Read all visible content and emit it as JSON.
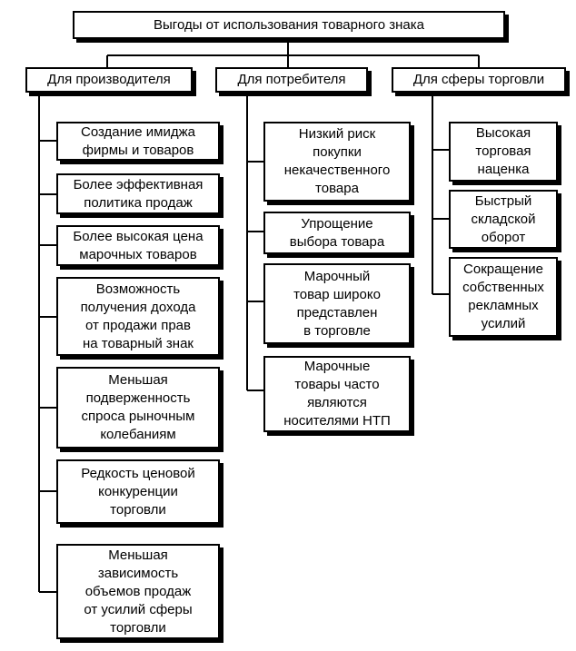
{
  "title": "Выгоды от использования товарного знака",
  "categories": [
    {
      "label": "Для производителя",
      "items": [
        "Создание имиджа\nфирмы и товаров",
        "Более эффективная\nполитика продаж",
        "Более высокая цена\nмарочных товаров",
        "Возможность\nполучения дохода\nот продажи прав\nна товарный знак",
        "Меньшая\nподверженность\nспроса рыночным\nколебаниям",
        "Редкость ценовой\nконкуренции\nторговли",
        "Меньшая\nзависимость\nобъемов продаж\nот усилий сферы\nторговли"
      ]
    },
    {
      "label": "Для потребителя",
      "items": [
        "Низкий риск\nпокупки\nнекачественного\nтовара",
        "Упрощение\nвыбора товара",
        "Марочный\nтовар широко\nпредставлен\nв торговле",
        "Марочные\nтовары часто\nявляются\nносителями НТП"
      ]
    },
    {
      "label": "Для сферы торговли",
      "items": [
        "Высокая\nторговая\nнаценка",
        "Быстрый\nскладской\nоборот",
        "Сокращение\nсобственных\nрекламных\nусилий"
      ]
    }
  ]
}
